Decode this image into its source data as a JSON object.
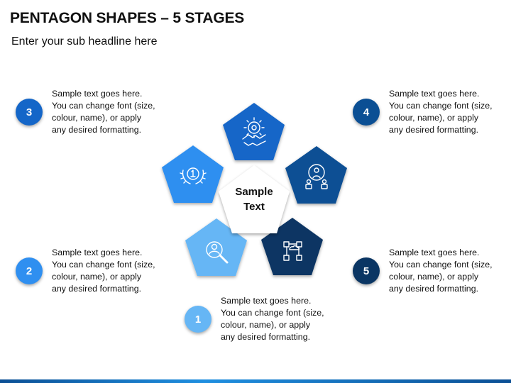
{
  "header": {
    "title": "PENTAGON SHAPES – 5 STAGES",
    "subtitle": "Enter your sub headline here"
  },
  "center": {
    "line1": "Sample",
    "line2": "Text"
  },
  "stages": [
    {
      "number": "1",
      "color": "#66b6f5",
      "icon": "magnifier-person-icon",
      "text": [
        "Sample text goes here.",
        "You can change font (size,",
        "colour, name), or apply",
        "any desired formatting."
      ]
    },
    {
      "number": "2",
      "color": "#2f8ff0",
      "icon": "laurel-award-icon",
      "text": [
        "Sample text goes here.",
        "You can change font (size,",
        "colour, name), or apply",
        "any desired formatting."
      ]
    },
    {
      "number": "3",
      "color": "#1466c8",
      "icon": "handshake-gear-icon",
      "text": [
        "Sample text goes here.",
        "You can change font (size,",
        "colour, name), or apply",
        "any desired formatting."
      ]
    },
    {
      "number": "4",
      "color": "#0b4f94",
      "icon": "team-cycle-icon",
      "text": [
        "Sample text goes here.",
        "You can change font (size,",
        "colour, name), or apply",
        "any desired formatting."
      ]
    },
    {
      "number": "5",
      "color": "#0a3563",
      "icon": "network-cloud-icon",
      "text": [
        "Sample text goes here.",
        "You can change font (size,",
        "colour, name), or apply",
        "any desired formatting."
      ]
    }
  ]
}
